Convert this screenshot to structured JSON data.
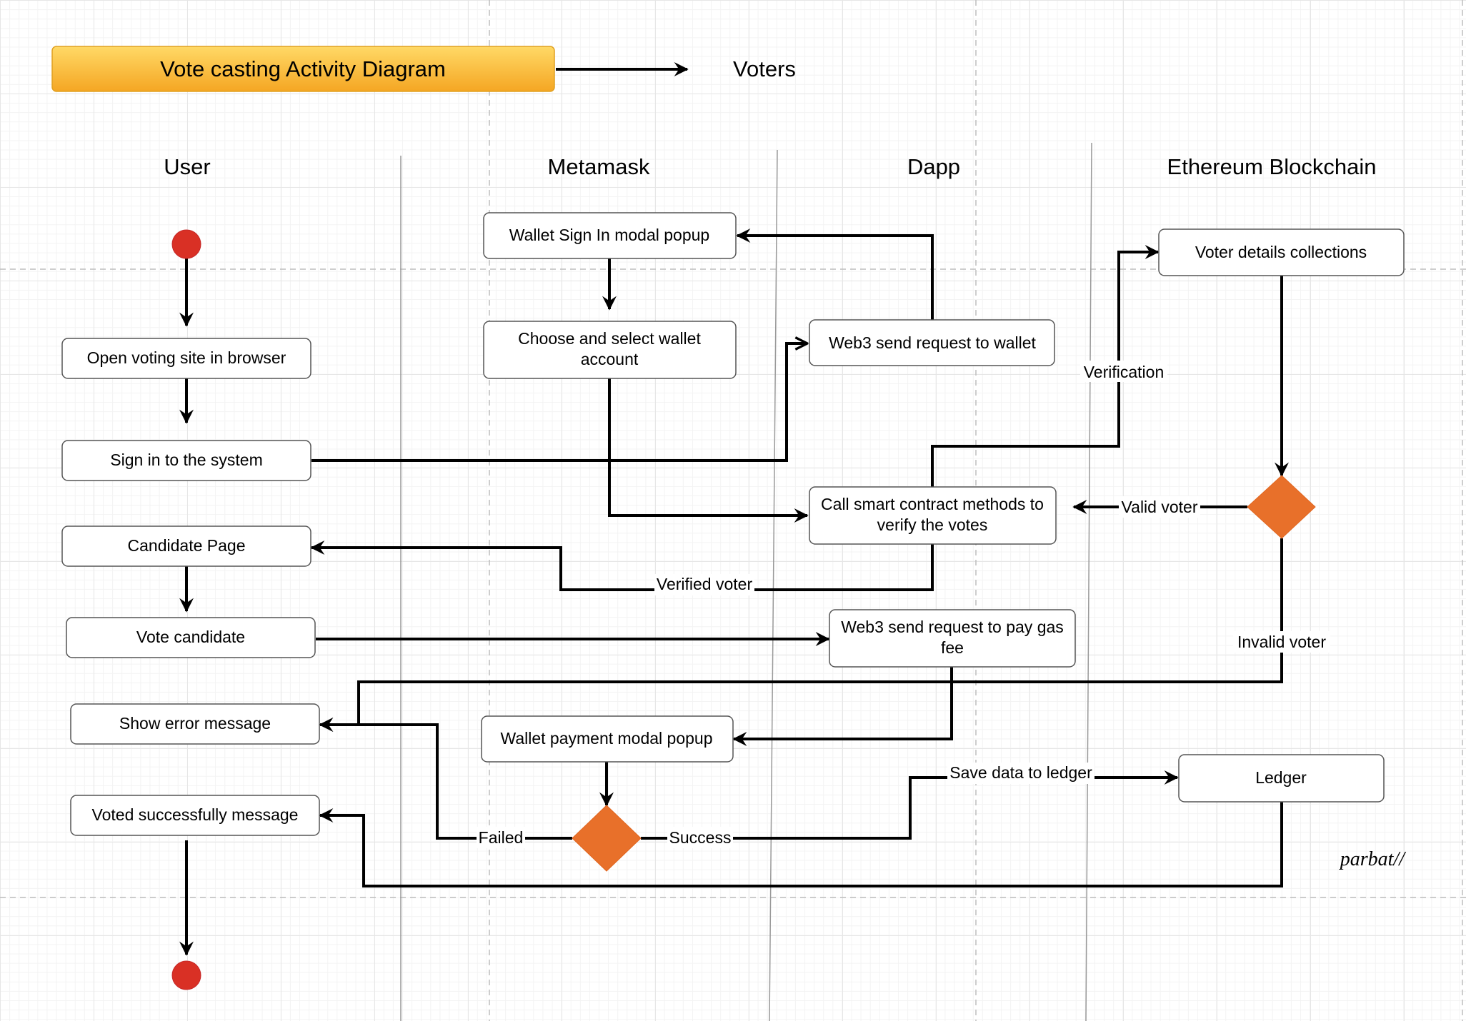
{
  "title": "Vote casting Activity Diagram",
  "title_target": "Voters",
  "lanes": [
    "User",
    "Metamask",
    "Dapp",
    "Ethereum Blockchain"
  ],
  "nodes": {
    "open_site": "Open voting site in browser",
    "sign_in": "Sign in to the system",
    "candidate_page": "Candidate Page",
    "vote_candidate": "Vote candidate",
    "show_error": "Show error message",
    "voted_success": "Voted successfully message",
    "wallet_signin": "Wallet Sign In modal popup",
    "choose_wallet": [
      "Choose and select wallet",
      "account"
    ],
    "wallet_payment": "Wallet payment modal popup",
    "web3_request": "Web3 send request to wallet",
    "call_contract": [
      "Call smart contract methods to",
      "verify the votes"
    ],
    "web3_gas": [
      "Web3 send request to pay gas",
      "fee"
    ],
    "voter_details": "Voter details collections",
    "ledger": "Ledger"
  },
  "edge_labels": {
    "verification": "Verification",
    "valid_voter": "Valid voter",
    "verified_voter": "Verified voter",
    "invalid_voter": "Invalid voter",
    "failed": "Failed",
    "success": "Success",
    "save_data": "Save data to ledger"
  },
  "signature": "parbat//",
  "colors": {
    "title_fill_top": "#ffd966",
    "title_fill_bottom": "#f5a623",
    "decision": "#e8702a",
    "terminal": "#d93025",
    "line": "#000000"
  }
}
